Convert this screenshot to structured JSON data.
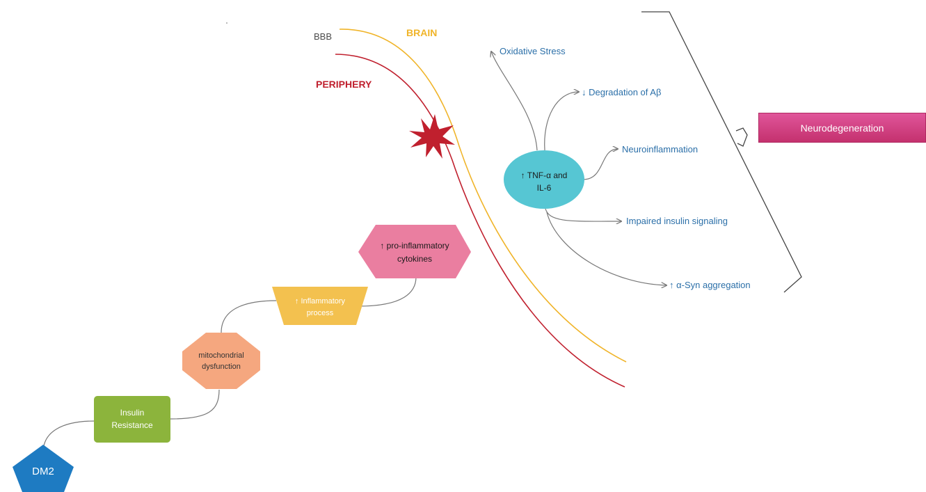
{
  "labels": {
    "bbb": "BBB",
    "brain": "BRAIN",
    "periphery": "PERIPHERY"
  },
  "nodes": {
    "dm2": "DM2",
    "insulin_resistance_line1": "Insulin",
    "insulin_resistance_line2": "Resistance",
    "mito_line1": "mitochondrial",
    "mito_line2": "dysfunction",
    "inflam_line1": "↑ Inflammatory",
    "inflam_line2": "process",
    "cytokines_line1": "↑ pro-inflammatory",
    "cytokines_line2": "cytokines",
    "tnf_line1": "↑ TNF-α and",
    "tnf_line2": "IL-6"
  },
  "effects": {
    "oxidative": "Oxidative Stress",
    "degradation": "↓ Degradation of Aβ",
    "neuroinflammation": "Neuroinflammation",
    "insulin_signaling": "Impaired insulin signaling",
    "syn": "↑ α-Syn aggregation"
  },
  "outcome": "Neurodegeneration",
  "colors": {
    "brain_line": "#f0b429",
    "periphery_line": "#c0202e",
    "bbb_text": "#4a4a4a",
    "dm2": "#1e7bc2",
    "insulin": "#8cb43c",
    "mito": "#f5a77f",
    "inflam": "#f3c14f",
    "cytokines": "#ea7ea0",
    "tnf": "#56c6d3",
    "effect_text": "#2b6fa8",
    "connector": "#777777",
    "outcome_box": "#d9438a",
    "burst": "#c0202e"
  }
}
